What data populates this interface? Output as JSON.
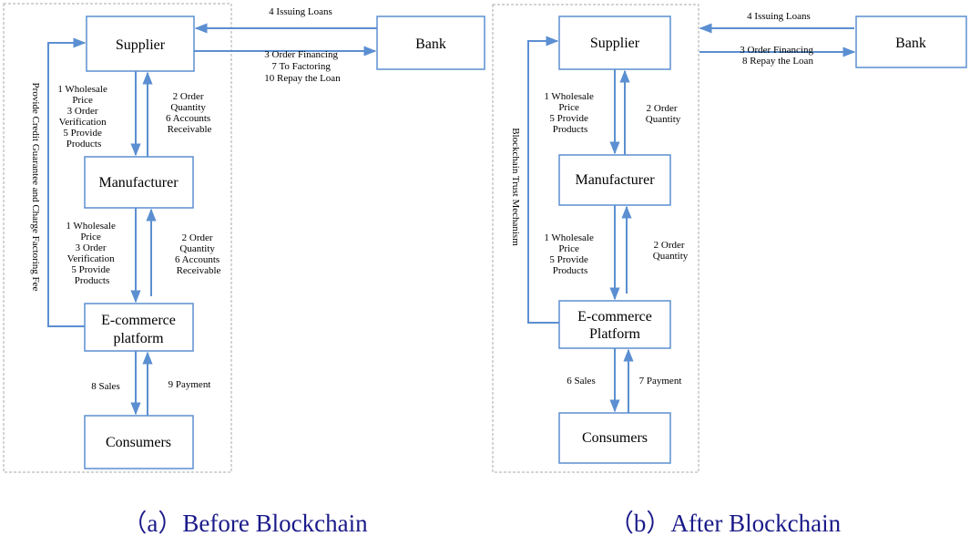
{
  "panel_a": {
    "caption": "（a）Before Blockchain",
    "nodes": {
      "supplier": "Supplier",
      "bank": "Bank",
      "manufacturer": "Manufacturer",
      "ecommerce_line1": "E-commerce",
      "ecommerce_line2": "platform",
      "consumers": "Consumers"
    },
    "edges": {
      "bank_to_supplier": [
        "4 Issuing Loans"
      ],
      "supplier_to_bank": [
        "3 Order Financing",
        "7 To Factoring",
        "10 Repay the Loan"
      ],
      "supplier_to_manufacturer": [
        "1 Wholesale",
        "Price",
        "3 Order",
        "Verification",
        "5 Provide",
        "Products"
      ],
      "manufacturer_to_supplier": [
        "2 Order",
        "Quantity",
        "6 Accounts",
        "Receivable"
      ],
      "manufacturer_to_ecommerce": [
        "1 Wholesale",
        "Price",
        "3 Order",
        "Verification",
        "5 Provide",
        "Products"
      ],
      "ecommerce_to_manufacturer": [
        "2 Order",
        "Quantity",
        "6 Accounts",
        "Receivable"
      ],
      "ecommerce_to_consumers": [
        "8 Sales"
      ],
      "consumers_to_ecommerce": [
        "9 Payment"
      ],
      "ecommerce_to_supplier": "Provide Credit Guarantee and Charge Factoring Fee"
    }
  },
  "panel_b": {
    "caption": "（b）After Blockchain",
    "nodes": {
      "supplier": "Supplier",
      "bank": "Bank",
      "manufacturer": "Manufacturer",
      "ecommerce_line1": "E-commerce",
      "ecommerce_line2": "Platform",
      "consumers": "Consumers"
    },
    "edges": {
      "bank_to_supplier": [
        "4 Issuing Loans"
      ],
      "supplier_to_bank": [
        "3 Order Financing",
        "8 Repay the Loan"
      ],
      "supplier_to_manufacturer": [
        "1 Wholesale",
        "Price",
        "5 Provide",
        "Products"
      ],
      "manufacturer_to_supplier": [
        "2 Order",
        "Quantity"
      ],
      "manufacturer_to_ecommerce": [
        "1 Wholesale",
        "Price",
        "5 Provide",
        "Products"
      ],
      "ecommerce_to_manufacturer": [
        "2 Order",
        "Quantity"
      ],
      "ecommerce_to_consumers": [
        "6 Sales"
      ],
      "consumers_to_ecommerce": [
        "7 Payment"
      ],
      "ecommerce_to_supplier": "Blockchain Trust Mechanism"
    }
  },
  "colors": {
    "arrow": "#5b8fd1",
    "frame": "#a9a9a9",
    "caption": "#1a1a8a"
  }
}
